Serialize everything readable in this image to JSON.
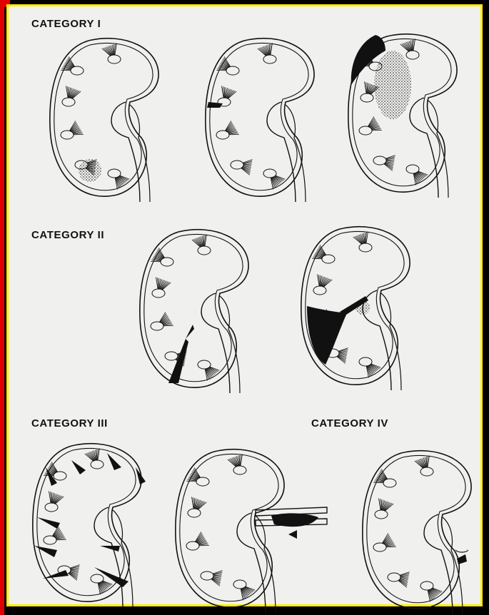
{
  "colors": {
    "background": "#000000",
    "frame_border": "#ffee00",
    "panel": "#f0f0ee",
    "ink": "#111111",
    "left_strip": "#e00000"
  },
  "categories": [
    {
      "label": "CATEGORY I",
      "kidneys": [
        {
          "lesion": "parenchymal-contusion"
        },
        {
          "lesion": "minor-cortical-laceration"
        },
        {
          "lesion": "subcapsular-hematoma"
        }
      ]
    },
    {
      "label": "CATEGORY II",
      "kidneys": [
        {
          "lesion": "laceration-into-collecting-system"
        },
        {
          "lesion": "major-laceration-with-perirenal-hematoma"
        }
      ]
    },
    {
      "label": "CATEGORY III",
      "kidneys": [
        {
          "lesion": "shattered-kidney"
        },
        {
          "lesion": "vascular-pedicle-injury"
        }
      ]
    },
    {
      "label": "CATEGORY IV",
      "kidneys": [
        {
          "lesion": "ureteropelvic-junction-avulsion"
        }
      ]
    }
  ]
}
